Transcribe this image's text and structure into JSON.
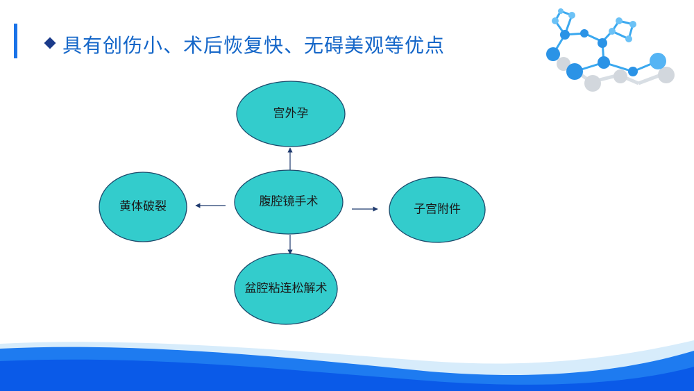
{
  "slide": {
    "title": "具有创伤小、术后恢复快、无碍美观等优点"
  },
  "diagram": {
    "center": {
      "label": "腹腔镜手术"
    },
    "top": {
      "label": "宫外孕"
    },
    "left": {
      "label": "黄体破裂"
    },
    "right": {
      "label": "子宫附件"
    },
    "bottom": {
      "label": "盆腔粘连松解术"
    }
  },
  "colors": {
    "accent": "#1a73e8",
    "title": "#1466c8",
    "node_fill": "#33cccc",
    "node_stroke": "#1b4a6b",
    "wave": "#0a5ae8"
  },
  "icons": {
    "title_bullet": "diamond-bullet-icon",
    "decoration": "molecule-icon"
  }
}
